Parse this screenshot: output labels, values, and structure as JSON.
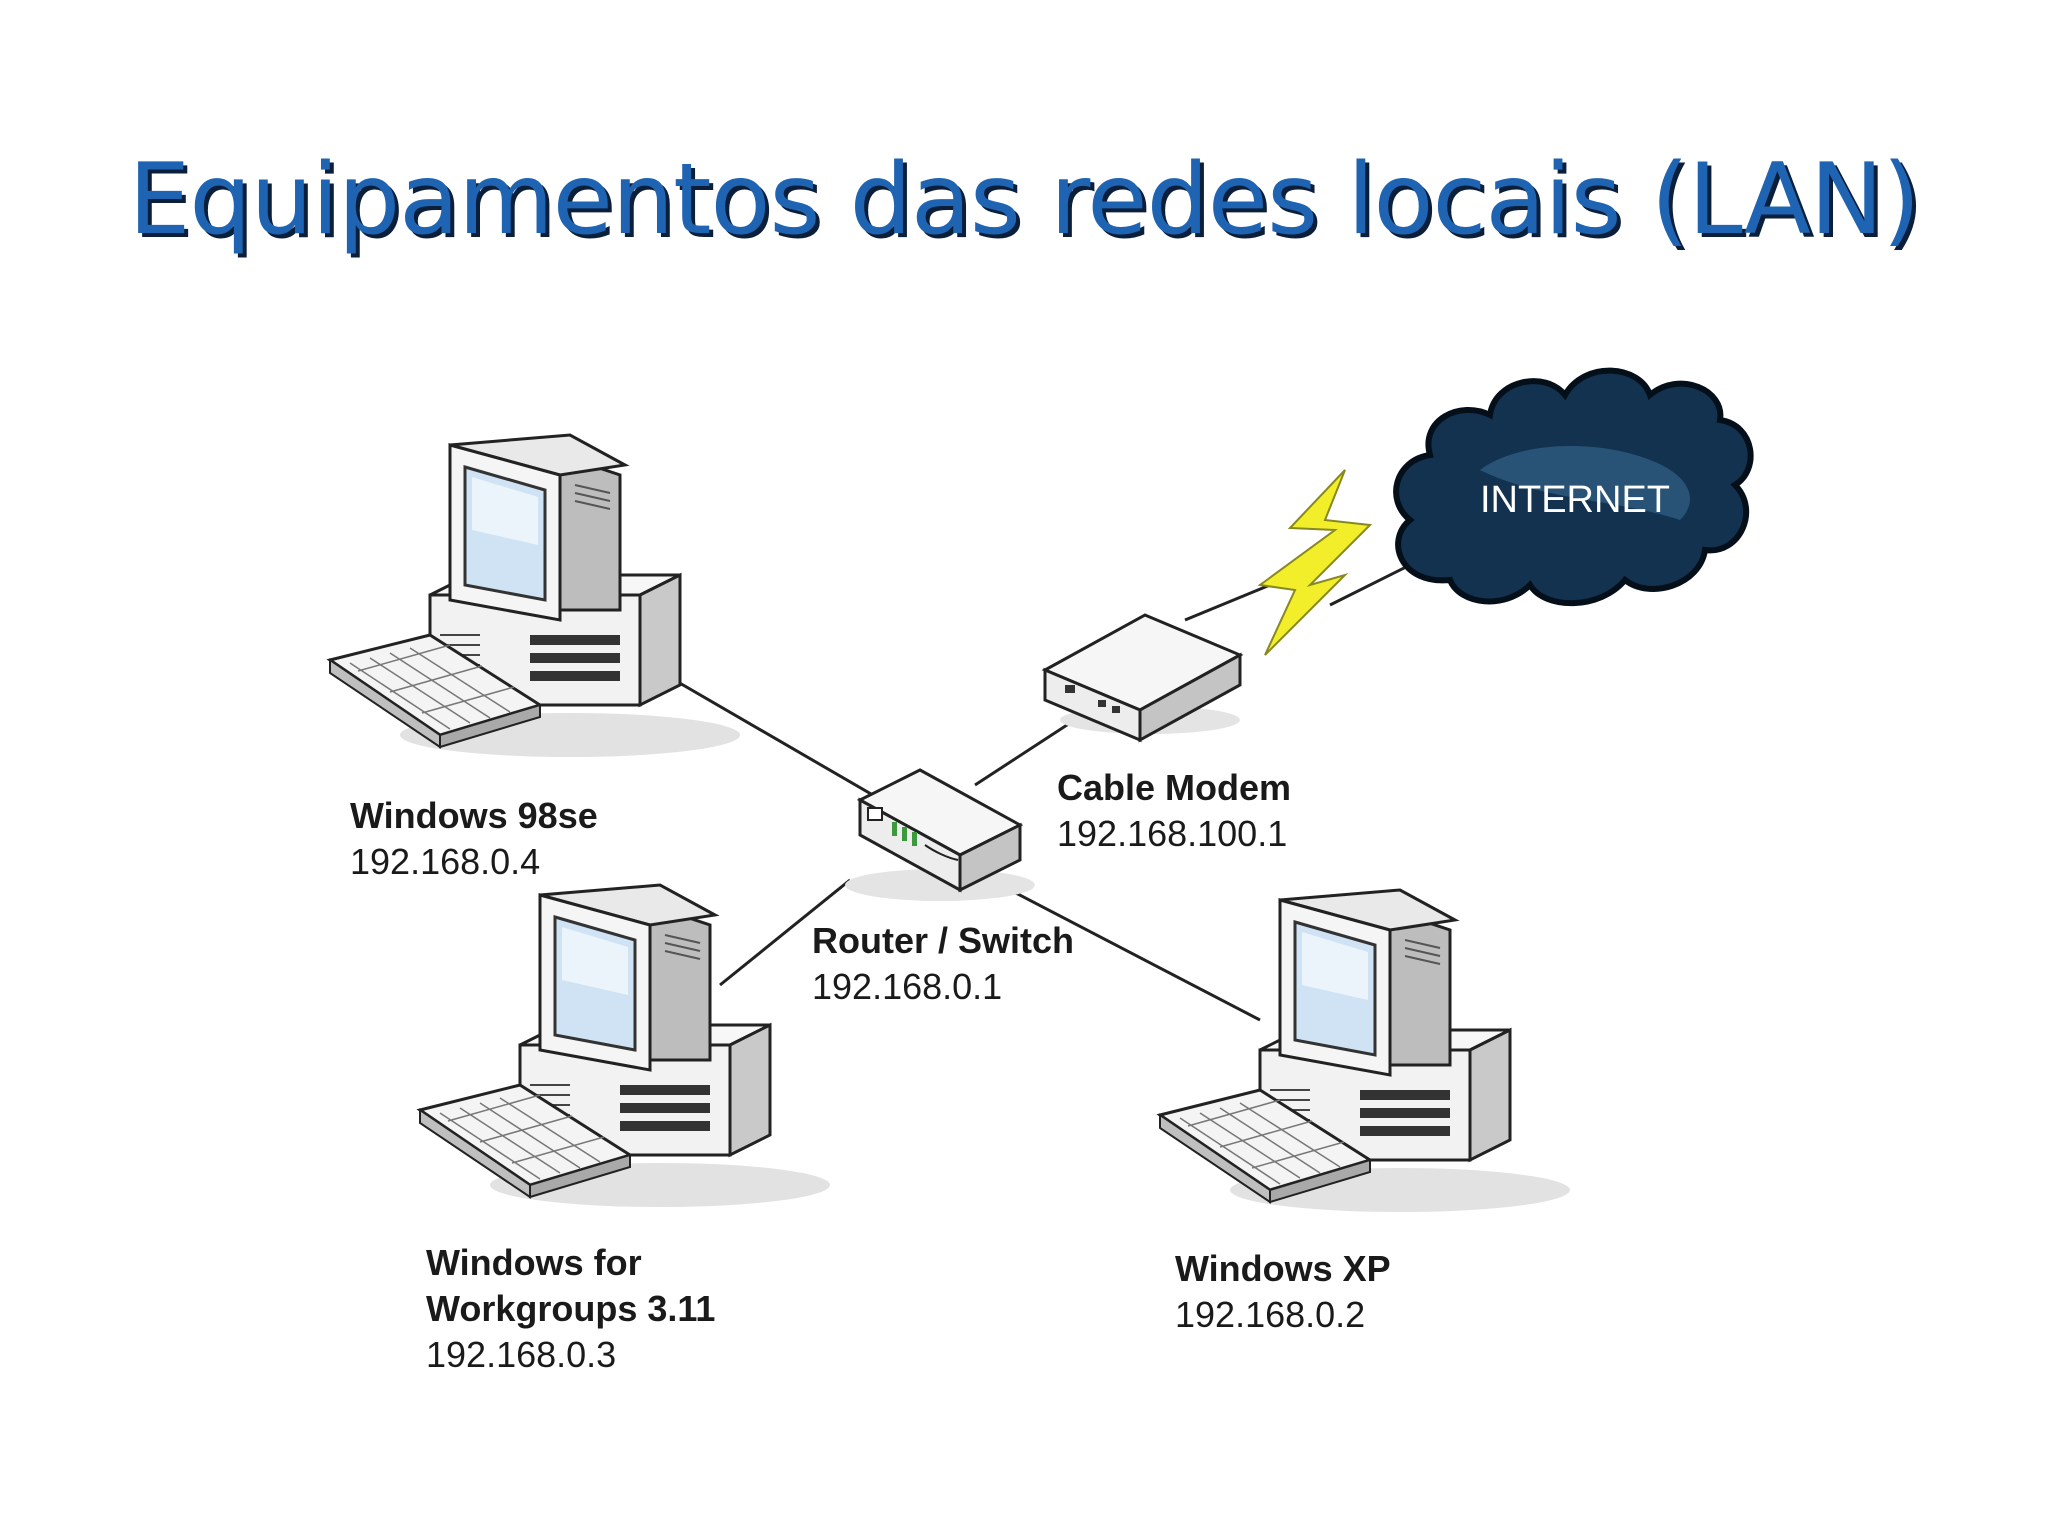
{
  "slide": {
    "title": "Equipamentos das redes locais (LAN)"
  },
  "colors": {
    "title": "#1f64b3",
    "title_shadow": "#0b1f3a",
    "cloud": "#12324f",
    "lightning": "#f2ee2a",
    "cable": "#222222"
  },
  "nodes": {
    "internet": {
      "label": "INTERNET",
      "icon": "cloud-icon"
    },
    "cable_modem": {
      "name": "Cable Modem",
      "ip": "192.168.100.1",
      "icon": "modem-icon"
    },
    "router": {
      "name": "Router / Switch",
      "ip": "192.168.0.1",
      "icon": "router-icon"
    },
    "win98": {
      "name": "Windows 98se",
      "ip": "192.168.0.4",
      "icon": "desktop-computer-icon"
    },
    "wfw": {
      "name_line1": "Windows for",
      "name_line2": "Workgroups 3.11",
      "ip": "192.168.0.3",
      "icon": "desktop-computer-icon"
    },
    "winxp": {
      "name": "Windows XP",
      "ip": "192.168.0.2",
      "icon": "desktop-computer-icon"
    }
  }
}
